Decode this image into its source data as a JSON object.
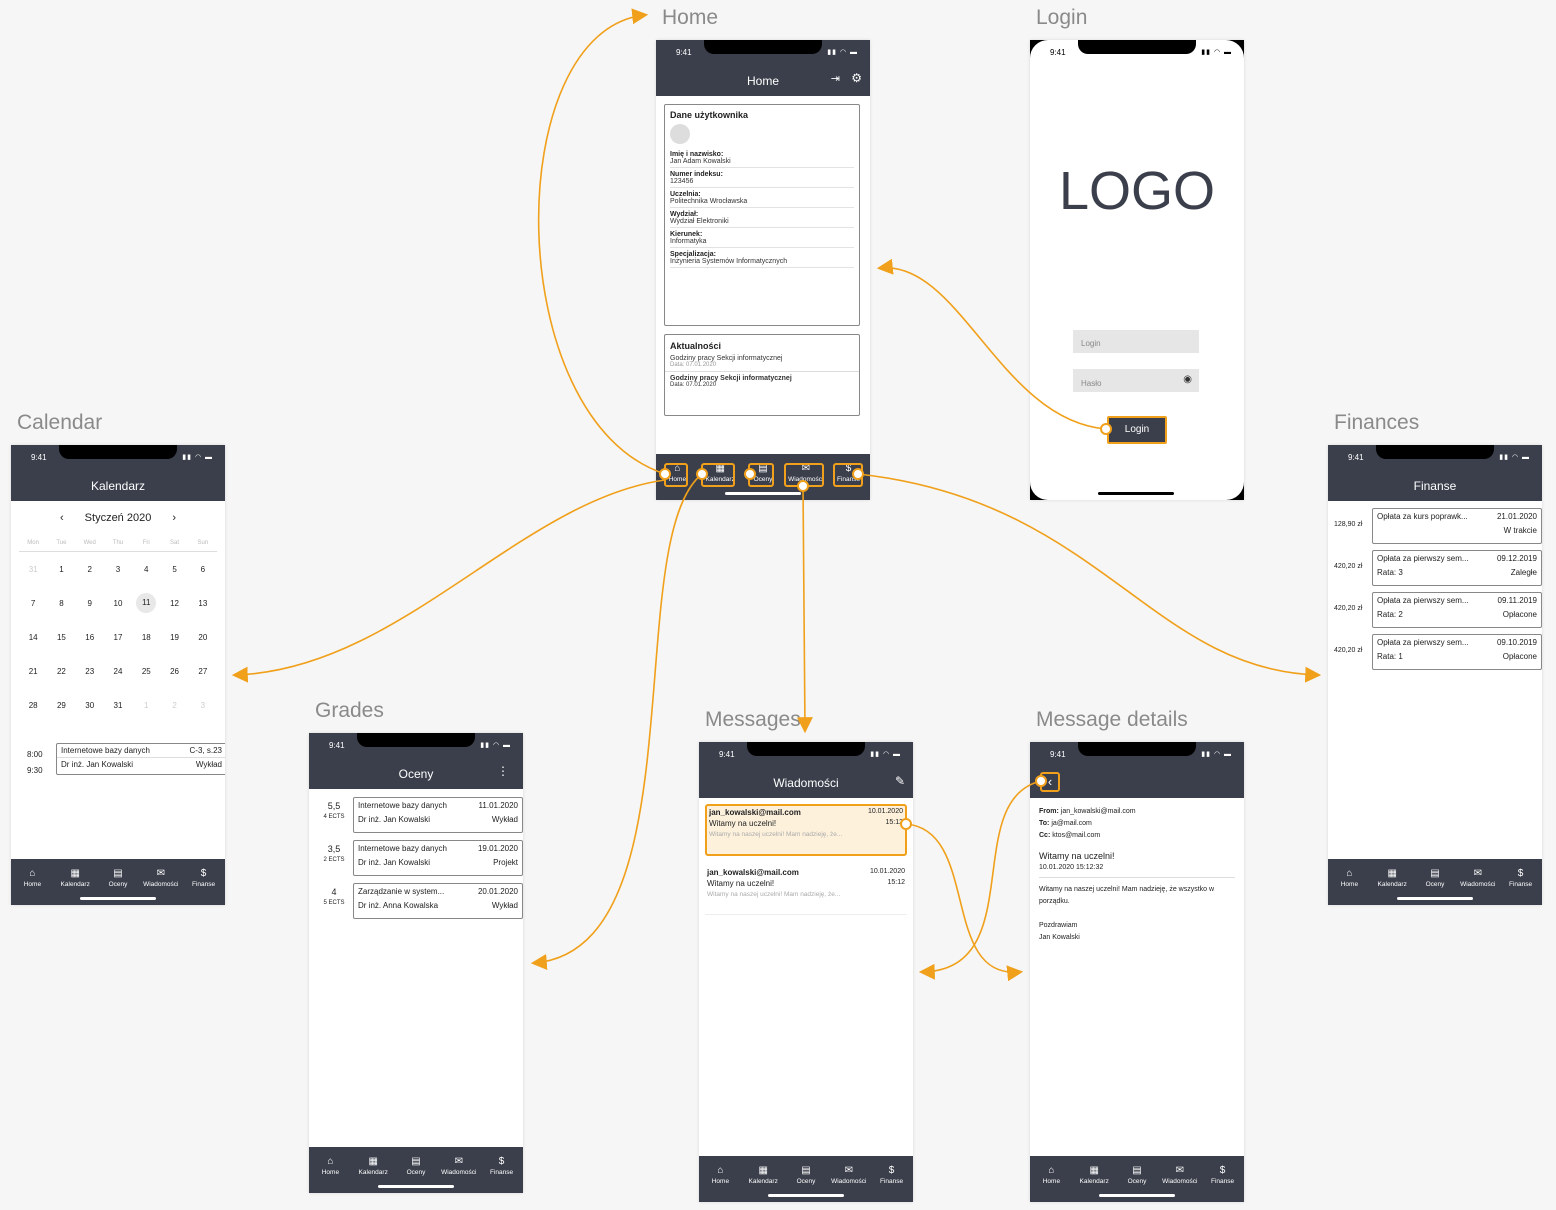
{
  "frames": {
    "home": "Home",
    "login": "Login",
    "calendar": "Calendar",
    "finances": "Finances",
    "grades": "Grades",
    "messages": "Messages",
    "message_details": "Message details"
  },
  "status_time": "9:41",
  "tabbar": [
    "Home",
    "Kalendarz",
    "Oceny",
    "Wiadomości",
    "Finanse"
  ],
  "home": {
    "title": "Home",
    "user_card_title": "Dane użytkownika",
    "fields": [
      {
        "label": "Imię i nazwisko:",
        "value": "Jan Adam Kowalski"
      },
      {
        "label": "Numer indeksu:",
        "value": "123456"
      },
      {
        "label": "Uczelnia:",
        "value": "Politechnika Wrocławska"
      },
      {
        "label": "Wydział:",
        "value": "Wydział Elektroniki"
      },
      {
        "label": "Kierunek:",
        "value": "Informatyka"
      },
      {
        "label": "Specjalizacja:",
        "value": "Inżynieria Systemów Informatycznych"
      }
    ],
    "news_title": "Aktualności",
    "news": [
      {
        "title": "Godziny pracy Sekcji informatycznej",
        "date": "Data: 07.01.2020"
      },
      {
        "title": "Godziny pracy Sekcji informatycznej",
        "date": "Data: 07.01.2020"
      }
    ]
  },
  "login": {
    "logo": "LOGO",
    "login_placeholder": "Login",
    "password_placeholder": "Hasło",
    "button": "Login"
  },
  "calendar": {
    "title": "Kalendarz",
    "month": "Styczeń 2020",
    "prev": "‹",
    "next": "›",
    "weekdays": [
      "Mon",
      "Tue",
      "Wed",
      "Thu",
      "Fri",
      "Sat",
      "Sun"
    ],
    "weeks": [
      [
        "31",
        "1",
        "2",
        "3",
        "4",
        "5",
        "6"
      ],
      [
        "7",
        "8",
        "9",
        "10",
        "11",
        "12",
        "13"
      ],
      [
        "14",
        "15",
        "16",
        "17",
        "18",
        "19",
        "20"
      ],
      [
        "21",
        "22",
        "23",
        "24",
        "25",
        "26",
        "27"
      ],
      [
        "28",
        "29",
        "30",
        "31",
        "1",
        "2",
        "3"
      ]
    ],
    "event": {
      "start": "8:00",
      "end": "9:30",
      "name": "Internetowe bazy danych",
      "room": "C-3, s.23",
      "teacher": "Dr inż. Jan Kowalski",
      "type": "Wykład"
    }
  },
  "grades": {
    "title": "Oceny",
    "items": [
      {
        "grade": "5,5",
        "ects": "4 ECTS",
        "course": "Internetowe bazy danych",
        "date": "11.01.2020",
        "teacher": "Dr inż. Jan Kowalski",
        "type": "Wykład"
      },
      {
        "grade": "3,5",
        "ects": "2 ECTS",
        "course": "Internetowe bazy danych",
        "date": "19.01.2020",
        "teacher": "Dr inż. Jan Kowalski",
        "type": "Projekt"
      },
      {
        "grade": "4",
        "ects": "5 ECTS",
        "course": "Zarządzanie w system...",
        "date": "20.01.2020",
        "teacher": "Dr inż. Anna Kowalska",
        "type": "Wykład"
      }
    ]
  },
  "messages": {
    "title": "Wiadomości",
    "items": [
      {
        "from": "jan_kowalski@mail.com",
        "date": "10.01.2020",
        "time": "15:12",
        "subject": "Witamy na uczelni!",
        "preview": "Witamy na naszej uczelni! Mam nadzieję, że..."
      },
      {
        "from": "jan_kowalski@mail.com",
        "date": "10.01.2020",
        "time": "15:12",
        "subject": "Witamy na uczelni!",
        "preview": "Witamy na naszej uczelni! Mam nadzieję, że..."
      }
    ]
  },
  "message_details": {
    "from_label": "From:",
    "from": "jan_kowalski@mail.com",
    "to_label": "To:",
    "to": "ja@mail.com",
    "cc_label": "Cc:",
    "cc": "ktos@mail.com",
    "subject": "Witamy na uczelni!",
    "datetime": "10.01.2020 15:12:32",
    "body1": "Witamy na naszej uczelni! Mam nadzieję, że wszystko w porządku.",
    "body2": "Pozdrawiam",
    "body3": "Jan Kowalski"
  },
  "finances": {
    "title": "Finanse",
    "items": [
      {
        "amount": "128,90 zł",
        "name": "Opłata za kurs poprawk...",
        "date": "21.01.2020",
        "sub": "",
        "status": "W trakcie"
      },
      {
        "amount": "420,20 zł",
        "name": "Opłata za pierwszy sem...",
        "date": "09.12.2019",
        "sub": "Rata: 3",
        "status": "Zaległe"
      },
      {
        "amount": "420,20 zł",
        "name": "Opłata za pierwszy sem...",
        "date": "09.11.2019",
        "sub": "Rata: 2",
        "status": "Opłacone"
      },
      {
        "amount": "420,20 zł",
        "name": "Opłata za pierwszy sem...",
        "date": "09.10.2019",
        "sub": "Rata: 1",
        "status": "Opłacone"
      }
    ]
  },
  "colors": {
    "accent": "#f0a01a",
    "bar": "#3b3f4b",
    "highlight_bg": "#fdf1dc"
  }
}
